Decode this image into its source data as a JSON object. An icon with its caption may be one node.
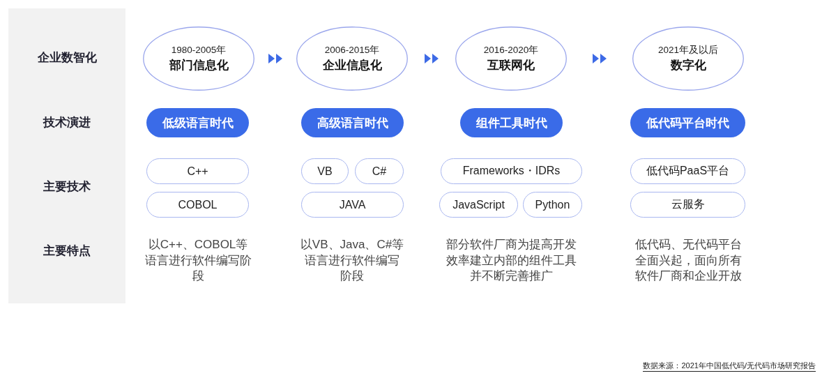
{
  "diagram": {
    "caption": "数据来源：2021年中国低代码/无代码市场研究报告",
    "nodes": [
      {
        "text": [
          "企业数智化",
          "技术演进",
          "主要技术",
          "主要特点"
        ]
      },
      {
        "text": [
          "1980-2005年",
          "部门信息化"
        ]
      },
      {
        "text": [
          "2006-2015年",
          "企业信息化"
        ]
      },
      {
        "text": [
          "2016-2020年",
          "互联网化"
        ]
      },
      {
        "text": [
          "2021年及以后",
          "数字化"
        ]
      },
      {
        "text": [
          "低级语言时代"
        ]
      },
      {
        "text": [
          "高级语言时代"
        ]
      },
      {
        "text": [
          "组件工具时代"
        ]
      },
      {
        "text": [
          "低代码平台时代"
        ]
      },
      {
        "text": [
          "C++"
        ]
      },
      {
        "text": [
          "VB"
        ]
      },
      {
        "text": [
          "C#"
        ]
      },
      {
        "text": [
          "Frameworks・IDRs"
        ]
      },
      {
        "text": [
          "低代码PaaS平台"
        ]
      },
      {
        "text": [
          "COBOL"
        ]
      },
      {
        "text": [
          "JAVA"
        ]
      },
      {
        "text": [
          "JavaScript"
        ]
      },
      {
        "text": [
          "Python"
        ]
      },
      {
        "text": [
          "云服务"
        ]
      }
    ],
    "edges": [
      {
        "from": 1,
        "to": 2,
        "arrow": "to"
      },
      {
        "from": 2,
        "to": 3,
        "arrow": "to"
      },
      {
        "from": 3,
        "to": 4,
        "arrow": "to"
      }
    ],
    "labels": [
      "以C++、COBOL等语言进行软件编写阶段",
      "以VB、Java、C#等语言进行软件编写阶段",
      "部分软件厂商为提高开发效率建立内部的组件工具并不断完善推广",
      "低代码、无代码平台全面兴起，面向所有软件厂商和企业开放"
    ]
  }
}
